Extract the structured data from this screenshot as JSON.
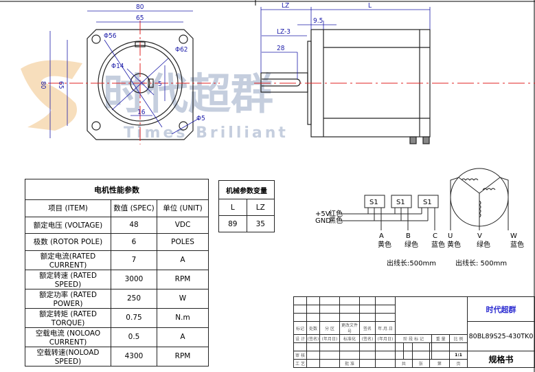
{
  "watermark": {
    "cn": "时代超群",
    "en": "Times Brilliant"
  },
  "front_view": {
    "dims": [
      "80",
      "65",
      "80",
      "65",
      "Φ56",
      "Φ62",
      "Φ14",
      "5",
      "16",
      "Φ5"
    ]
  },
  "side_view": {
    "dims": {
      "lz": "LZ",
      "l": "L",
      "d95": "9.5",
      "lz3": "LZ-3",
      "d28": "28"
    }
  },
  "spec_table": {
    "title": "电机性能参数",
    "headers": [
      "项目 (ITEM)",
      "数值 (SPEC)",
      "单位 (UNIT)"
    ],
    "rows": [
      [
        "额定电压 (VOLTAGE)",
        "48",
        "VDC"
      ],
      [
        "极数 (ROTOR POLE)",
        "6",
        "POLES"
      ],
      [
        "额定电流(RATED CURRENT)",
        "7",
        "A"
      ],
      [
        "额定转速 (RATED SPEED)",
        "3000",
        "RPM"
      ],
      [
        "额定功率 (RATED POWER)",
        "250",
        "W"
      ],
      [
        "额定转矩 (RATED TORQUE)",
        "0.75",
        "N.m"
      ],
      [
        "空载电流 (NOLOAO CURRENT)",
        "0.5",
        "A"
      ],
      [
        "空载转速(NOLOAD SPEED)",
        "4300",
        "RPM"
      ]
    ]
  },
  "mech_table": {
    "title": "机械参数变量",
    "headers": [
      "L",
      "LZ"
    ],
    "values": [
      "89",
      "35"
    ]
  },
  "hall_wiring": {
    "sensor_label": "S1",
    "power": {
      "label": "+5V",
      "color": "红色"
    },
    "ground": {
      "label": "GND",
      "color": "黑色"
    },
    "outputs": [
      {
        "label": "A",
        "color": "黄色"
      },
      {
        "label": "B",
        "color": "绿色"
      },
      {
        "label": "C",
        "color": "蓝色"
      }
    ],
    "lead_length": "出线长:500mm"
  },
  "phase_wiring": {
    "outputs": [
      {
        "label": "U",
        "color": "黄色"
      },
      {
        "label": "V",
        "color": "绿色"
      },
      {
        "label": "W",
        "color": "蓝色"
      }
    ],
    "lead_length": "出线长: 500mm"
  },
  "title_block": {
    "company": "时代超群",
    "model": "80BL89S25-430TK0",
    "doc_type": "规格书",
    "row_labels": [
      "标记",
      "处数",
      "分 区",
      "更改文件号",
      "签名",
      "年.月.日"
    ],
    "design_row": [
      "设 计",
      "(签名)",
      "(年月日)",
      "标准化",
      "(签名)",
      "(年月日)"
    ],
    "stage_labels": [
      "阶 段 标 记",
      "重 量",
      "比 例"
    ],
    "scale": "1:1",
    "review": "审 核",
    "process": "工 艺",
    "approve": "批 准",
    "sheet_row": [
      "共",
      "张",
      "第",
      "页"
    ]
  }
}
